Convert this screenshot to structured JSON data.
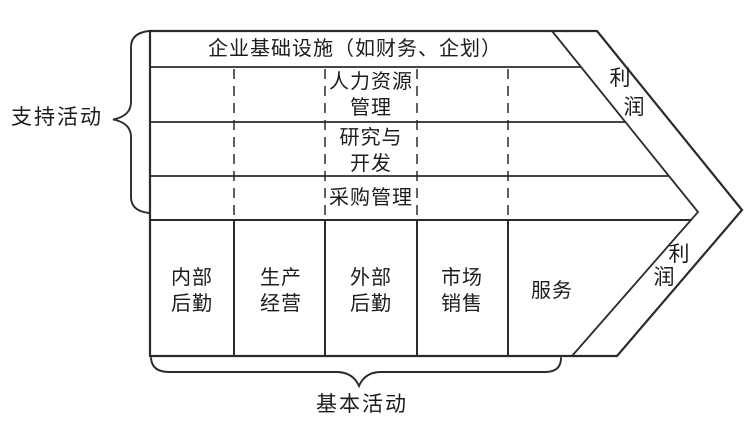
{
  "diagram": {
    "support_label": "支持活动",
    "primary_label": "基本活动",
    "support_rows": [
      {
        "label": "企业基础设施（如财务、企划）"
      },
      {
        "label": "人力资源\n管理"
      },
      {
        "label": "研究与\n开发"
      },
      {
        "label": "采购管理"
      }
    ],
    "primary_columns": [
      {
        "label": "内部\n后勤"
      },
      {
        "label": "生产\n经营"
      },
      {
        "label": "外部\n后勤"
      },
      {
        "label": "市场\n销售"
      },
      {
        "label": "服务"
      }
    ],
    "profit_top": {
      "char1": "利",
      "char2": "润"
    },
    "profit_bottom": {
      "char1": "利",
      "char2": "润"
    },
    "colors": {
      "line": "#2b2b2b",
      "background": "#ffffff",
      "text": "#1c1c1c"
    }
  }
}
